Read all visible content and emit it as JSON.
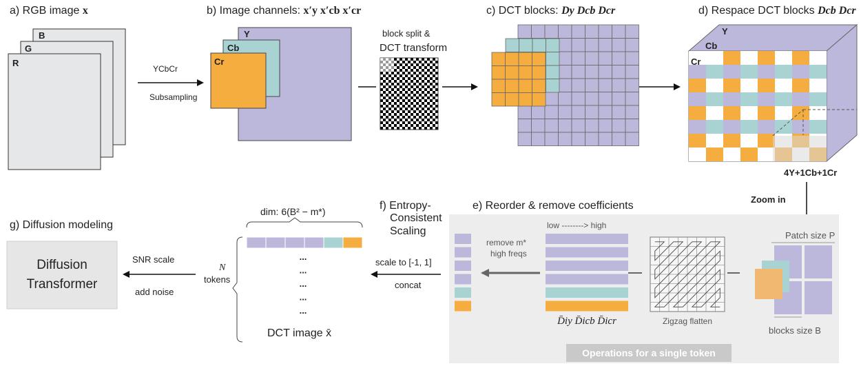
{
  "colors": {
    "y": "#bcb8dc",
    "cb": "#a9d3d3",
    "cr": "#f6ad40",
    "rgb_fill": "#e6e7e9",
    "panel": "#ededed",
    "panel_footer": "#c9c9c9"
  },
  "panels": {
    "a": {
      "title": "a) RGB image ",
      "title_math": "x",
      "labels": [
        "B",
        "G",
        "R"
      ]
    },
    "b": {
      "title": "b) Image channels: ",
      "title_math": "x′y  x′cb  x′cr",
      "labels": [
        "Y",
        "Cb",
        "Cr"
      ]
    },
    "c": {
      "title": "c) DCT blocks: ",
      "title_math": "Dy  Dcb  Dcr"
    },
    "d": {
      "title": "d) Respace DCT blocks ",
      "title_math": "Dcb  Dcr",
      "labels": [
        "Y",
        "Cb",
        "Cr"
      ],
      "bottom_label": "4Y+1Cb+1Cr"
    },
    "e": {
      "title": "e) Reorder & remove coefficients",
      "low_high": "low --------> high",
      "remove_text": "remove m*",
      "remove_text2": "high freqs",
      "zigzag": "Zigzag flatten",
      "patch_size": "Patch size P",
      "blocks_size": "blocks size B",
      "d_labels": "D̄iy D̄icb D̄icr",
      "footer": "Operations for a single token"
    },
    "f": {
      "title_line1": "f) Entropy-",
      "title_line2": "Consistent",
      "title_line3": "Scaling",
      "scale": "scale to [-1, 1]",
      "concat": "concat"
    },
    "g": {
      "title": "g) Diffusion modeling",
      "box_line1": "Diffusion",
      "box_line2": "Transformer",
      "snr": "SNR scale",
      "noise": "add noise"
    }
  },
  "arrows": {
    "ycbcr": "YCbCr",
    "subsampling": "Subsampling",
    "block_split_1": "block split &",
    "block_split_2": "DCT transform",
    "zoom_in": "Zoom in"
  },
  "tokens": {
    "dim": "dim: 6(B² − m*)",
    "n": "N",
    "n_label": "tokens",
    "dots": "...",
    "caption": "DCT image x̄"
  }
}
